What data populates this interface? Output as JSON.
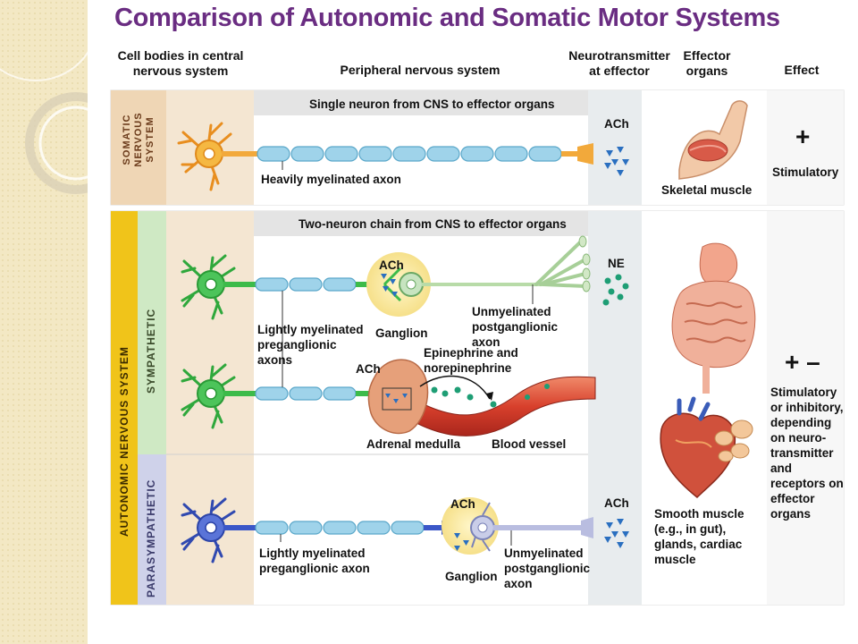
{
  "title": "Comparison of Autonomic and Somatic Motor Systems",
  "headers": {
    "cns": "Cell bodies in central nervous system",
    "pns": "Peripheral nervous system",
    "neurotransmitter": "Neurotransmitter at effector",
    "effector": "Effector organs",
    "effect": "Effect"
  },
  "somatic": {
    "label": "SOMATIC NERVOUS SYSTEM",
    "banner": "Single neuron from CNS to effector organs",
    "axon_label": "Heavily myelinated axon",
    "neurotransmitter": "ACh",
    "effector": "Skeletal muscle",
    "effect_symbol": "+",
    "effect_text": "Stimulatory"
  },
  "autonomic": {
    "label": "AUTONOMIC NERVOUS SYSTEM",
    "banner": "Two-neuron chain from CNS to effector organs",
    "sympathetic": {
      "label": "SYMPATHETIC",
      "ganglion_nt": "ACh",
      "ganglion": "Ganglion",
      "postganglionic": "Unmyelinated postganglionic axon",
      "preganglionic": "Lightly myelinated preganglionic axons",
      "adrenal_ach": "ACh",
      "epi_norepi": "Epinephrine and norepinephrine",
      "adrenal_medulla": "Adrenal medulla",
      "blood_vessel": "Blood vessel",
      "neurotransmitter": "NE"
    },
    "parasympathetic": {
      "label": "PARASYMPATHETIC",
      "ganglion_nt": "ACh",
      "preganglionic": "Lightly myelinated preganglionic axon",
      "ganglion": "Ganglion",
      "postganglionic": "Unmyelinated postganglionic axon",
      "neurotransmitter": "ACh"
    },
    "effector": "Smooth muscle (e.g., in gut), glands, cardiac muscle",
    "effect_symbol": "+ –",
    "effect_text": "Stimulatory or inhibitory, depending on neuro-transmitter and receptors on effector organs"
  },
  "colors": {
    "title": "#6a2d82",
    "somatic_neuron": "#f2a93b",
    "sympathetic_neuron": "#3dbb4a",
    "parasympathetic_neuron": "#3b57c8",
    "myelin": "#9fd3ea",
    "ach": "#2a6fc0",
    "ne": "#1e9e75",
    "autonomic_bar": "#f0c41a"
  }
}
